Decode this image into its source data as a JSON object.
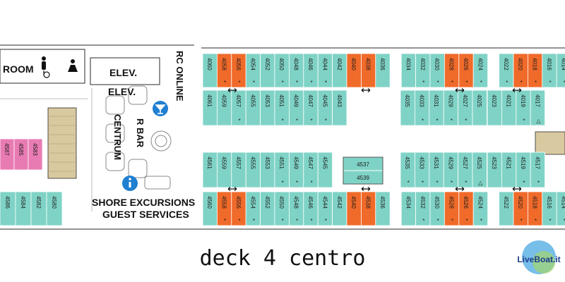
{
  "labels": {
    "room": "ROOM",
    "elev_top": "ELEV.",
    "elev_bottom": "ELEV.",
    "rc_online": "RC ONLINE",
    "r_bar": "R BAR",
    "centrum": "CENTRUM",
    "shore_excursions": "SHORE EXCURSIONS",
    "guest_services": "GUEST SERVICES",
    "deck_title": "deck 4 centro",
    "logo": "LiveBoat.it"
  },
  "colors": {
    "inside_cabin": "#7fd3c6",
    "outside_cabin": "#f06a2a",
    "suite_cabin": "#e97bb3",
    "stairs": "#d9c9a0",
    "icon_blue": "#1f7fd1",
    "outline": "#2a2a2a"
  },
  "icons": [
    "toilet-icon",
    "wheelchair-icon",
    "bar-icon",
    "info-icon",
    "two-way-arrow-icon",
    "triangle-icon"
  ],
  "cabins": {
    "top_outer": [
      {
        "num": "4060",
        "type": "inside",
        "mark": ""
      },
      {
        "num": "4058",
        "type": "outside",
        "mark": "*"
      },
      {
        "num": "4056",
        "type": "outside",
        "mark": "*"
      },
      {
        "num": "4054",
        "type": "inside",
        "mark": "*"
      },
      {
        "num": "4052",
        "type": "inside",
        "mark": ""
      },
      {
        "num": "4050",
        "type": "inside",
        "mark": "*"
      },
      {
        "num": "4048",
        "type": "inside",
        "mark": "*"
      },
      {
        "num": "4046",
        "type": "inside",
        "mark": "*"
      },
      {
        "num": "4044",
        "type": "inside",
        "mark": "*"
      },
      {
        "num": "4042",
        "type": "inside",
        "mark": ""
      },
      {
        "num": "4040",
        "type": "outside",
        "mark": ""
      },
      {
        "num": "4038",
        "type": "outside",
        "mark": ""
      },
      {
        "num": "4036",
        "type": "inside",
        "mark": ""
      },
      {
        "num": "4034",
        "type": "inside",
        "mark": ""
      },
      {
        "num": "4032",
        "type": "inside",
        "mark": "*"
      },
      {
        "num": "4030",
        "type": "inside",
        "mark": "*"
      },
      {
        "num": "4028",
        "type": "outside",
        "mark": "*"
      },
      {
        "num": "4026",
        "type": "outside",
        "mark": "*"
      },
      {
        "num": "4024",
        "type": "inside",
        "mark": "*"
      },
      {
        "num": "4022",
        "type": "inside",
        "mark": "*"
      },
      {
        "num": "4020",
        "type": "outside",
        "mark": "*"
      },
      {
        "num": "4018",
        "type": "outside",
        "mark": "*"
      },
      {
        "num": "4016",
        "type": "inside",
        "mark": "*"
      },
      {
        "num": "4014",
        "type": "inside",
        "mark": "*"
      }
    ],
    "top_inner": [
      {
        "num": "4061",
        "type": "inside",
        "mark": ""
      },
      {
        "num": "4059",
        "type": "inside",
        "mark": ""
      },
      {
        "num": "4057",
        "type": "inside",
        "mark": "*"
      },
      {
        "num": "4055",
        "type": "inside",
        "mark": ""
      },
      {
        "num": "4053",
        "type": "inside",
        "mark": ""
      },
      {
        "num": "4051",
        "type": "inside",
        "mark": "*"
      },
      {
        "num": "4049",
        "type": "inside",
        "mark": "*"
      },
      {
        "num": "4047",
        "type": "inside",
        "mark": "*"
      },
      {
        "num": "4045",
        "type": "inside",
        "mark": "*"
      },
      {
        "num": "4043",
        "type": "inside",
        "mark": ""
      },
      {
        "num": "4035",
        "type": "inside",
        "mark": ""
      },
      {
        "num": "4033",
        "type": "inside",
        "mark": "*"
      },
      {
        "num": "4031",
        "type": "inside",
        "mark": "*"
      },
      {
        "num": "4029",
        "type": "inside",
        "mark": "*"
      },
      {
        "num": "4027",
        "type": "inside",
        "mark": "*"
      },
      {
        "num": "4025",
        "type": "inside",
        "mark": ""
      },
      {
        "num": "4023",
        "type": "inside",
        "mark": ""
      },
      {
        "num": "4021",
        "type": "inside",
        "mark": ""
      },
      {
        "num": "4019",
        "type": "inside",
        "mark": "*"
      },
      {
        "num": "4017",
        "type": "inside",
        "mark": "△"
      }
    ],
    "bottom_inner": [
      {
        "num": "4561",
        "type": "inside",
        "mark": ""
      },
      {
        "num": "4559",
        "type": "inside",
        "mark": ""
      },
      {
        "num": "4557",
        "type": "inside",
        "mark": ""
      },
      {
        "num": "4555",
        "type": "inside",
        "mark": ""
      },
      {
        "num": "4553",
        "type": "inside",
        "mark": ""
      },
      {
        "num": "4551",
        "type": "inside",
        "mark": "*"
      },
      {
        "num": "4549",
        "type": "inside",
        "mark": "*"
      },
      {
        "num": "4547",
        "type": "inside",
        "mark": "*"
      },
      {
        "num": "4545",
        "type": "inside",
        "mark": ""
      },
      {
        "num": "4537",
        "type": "inside",
        "mark": ""
      },
      {
        "num": "4539",
        "type": "inside",
        "mark": ""
      },
      {
        "num": "4535",
        "type": "inside",
        "mark": "*"
      },
      {
        "num": "4533",
        "type": "inside",
        "mark": "*"
      },
      {
        "num": "4531",
        "type": "inside",
        "mark": "*"
      },
      {
        "num": "4529",
        "type": "inside",
        "mark": "*"
      },
      {
        "num": "4527",
        "type": "inside",
        "mark": "*"
      },
      {
        "num": "4525",
        "type": "inside",
        "mark": "△"
      },
      {
        "num": "4523",
        "type": "inside",
        "mark": ""
      },
      {
        "num": "4521",
        "type": "inside",
        "mark": ""
      },
      {
        "num": "4519",
        "type": "inside",
        "mark": "*"
      },
      {
        "num": "4517",
        "type": "inside",
        "mark": "*"
      }
    ],
    "bottom_outer": [
      {
        "num": "4560",
        "type": "inside",
        "mark": ""
      },
      {
        "num": "4558",
        "type": "outside",
        "mark": "*"
      },
      {
        "num": "4556",
        "type": "outside",
        "mark": "*"
      },
      {
        "num": "4554",
        "type": "inside",
        "mark": "*"
      },
      {
        "num": "4552",
        "type": "inside",
        "mark": ""
      },
      {
        "num": "4550",
        "type": "inside",
        "mark": "*"
      },
      {
        "num": "4548",
        "type": "inside",
        "mark": "*"
      },
      {
        "num": "4546",
        "type": "inside",
        "mark": "*"
      },
      {
        "num": "4544",
        "type": "inside",
        "mark": "*"
      },
      {
        "num": "4542",
        "type": "inside",
        "mark": ""
      },
      {
        "num": "4540",
        "type": "outside",
        "mark": ""
      },
      {
        "num": "4538",
        "type": "outside",
        "mark": ""
      },
      {
        "num": "4536",
        "type": "inside",
        "mark": ""
      },
      {
        "num": "4534",
        "type": "inside",
        "mark": ""
      },
      {
        "num": "4532",
        "type": "inside",
        "mark": "*"
      },
      {
        "num": "4530",
        "type": "inside",
        "mark": "*"
      },
      {
        "num": "4528",
        "type": "outside",
        "mark": "*"
      },
      {
        "num": "4526",
        "type": "outside",
        "mark": "*"
      },
      {
        "num": "4524",
        "type": "inside",
        "mark": "*"
      },
      {
        "num": "4522",
        "type": "inside",
        "mark": ""
      },
      {
        "num": "4520",
        "type": "outside",
        "mark": "*"
      },
      {
        "num": "4518",
        "type": "outside",
        "mark": "*"
      },
      {
        "num": "4516",
        "type": "inside",
        "mark": "*"
      },
      {
        "num": "4514",
        "type": "inside",
        "mark": "*"
      }
    ],
    "left_top_suites": [
      {
        "num": "4587",
        "type": "suite",
        "mark": ""
      },
      {
        "num": "4585",
        "type": "suite",
        "mark": ""
      },
      {
        "num": "4583",
        "type": "suite",
        "mark": ""
      }
    ],
    "left_bottom": [
      {
        "num": "4586",
        "type": "inside",
        "mark": ""
      },
      {
        "num": "4584",
        "type": "inside",
        "mark": ""
      },
      {
        "num": "4582",
        "type": "inside",
        "mark": ""
      },
      {
        "num": "4580",
        "type": "inside",
        "mark": ""
      }
    ]
  }
}
